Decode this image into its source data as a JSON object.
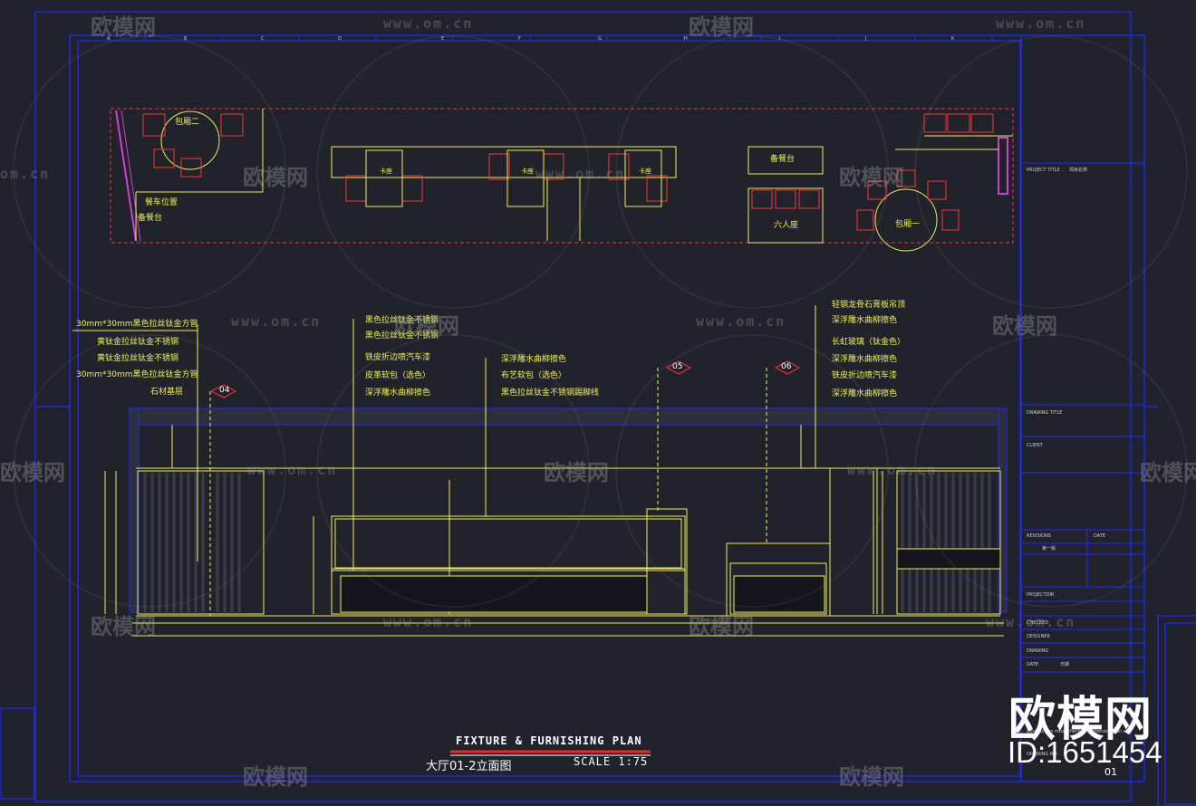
{
  "drawing": {
    "title_en": "FIXTURE & FURNISHING PLAN",
    "title_cn": "大厅01-2立面图",
    "scale": "SCALE  1:75",
    "page_no": "01"
  },
  "plan_labels": {
    "private_room_2": "包厢二",
    "private_room_1": "包厢一",
    "cart_position": "餐车位置",
    "service_station_left": "备餐台",
    "service_station_right": "备餐台",
    "six_seat": "六人座",
    "booth_a": "卡座",
    "booth_b": "卡座",
    "booth_c": "卡座"
  },
  "callouts_left": [
    "30mm*30mm黑色拉丝钛金方管",
    "黄钛金拉丝钛金不锈钢",
    "黄钛金拉丝钛金不锈钢",
    "30mm*30mm黑色拉丝钛金方管",
    "石材基层"
  ],
  "callouts_mid1": [
    "黑色拉丝钛金不锈钢",
    "黑色拉丝钛金不锈钢",
    "铁皮折边喷汽车漆",
    "皮革软包（选色）",
    "深浮雕水曲柳擦色"
  ],
  "callouts_mid2": [
    "深浮雕水曲柳擦色",
    "布艺软包（选色）",
    "黑色拉丝钛金不锈钢踢脚线"
  ],
  "callouts_right": [
    "轻钢龙骨石膏板吊顶",
    "深浮雕水曲柳擦色",
    "长虹玻璃（钛金色）",
    "深浮雕水曲柳擦色",
    "铁皮折边喷汽车漆",
    "深浮雕水曲柳擦色"
  ],
  "section_tags": [
    "04",
    "05",
    "06"
  ],
  "grid_letters": [
    "A",
    "B",
    "C",
    "D",
    "E",
    "F",
    "G",
    "H",
    "I",
    "J",
    "K"
  ],
  "title_block": {
    "project_title": "PROJECT TITLE",
    "project_value": "项目名称",
    "drawing_title": "DRAWING TITLE",
    "client": "CLIENT",
    "revisions": "REVISIONS",
    "date": "DATE",
    "revision_1": "第一版",
    "project_dir": "PROJECTDIR",
    "checked": "CHECKED",
    "designer": "DESIGNER",
    "drawing": "DRAWING",
    "date2": "DATE",
    "date2_value": "日期",
    "drawing_no": "DRAWING NO.",
    "note": "Contractors must check all dimensions on site"
  },
  "watermarks": {
    "brand": "欧模网",
    "url": "www.om.cn",
    "url_short": "om.cn",
    "big": "欧模网",
    "id": "ID:1651454"
  },
  "colors": {
    "background": "#20232b",
    "frame": "#1c2bff",
    "lines": "#f2ee52",
    "white": "#ffffff",
    "magenta": "#d040d0",
    "red": "#ff3030"
  }
}
